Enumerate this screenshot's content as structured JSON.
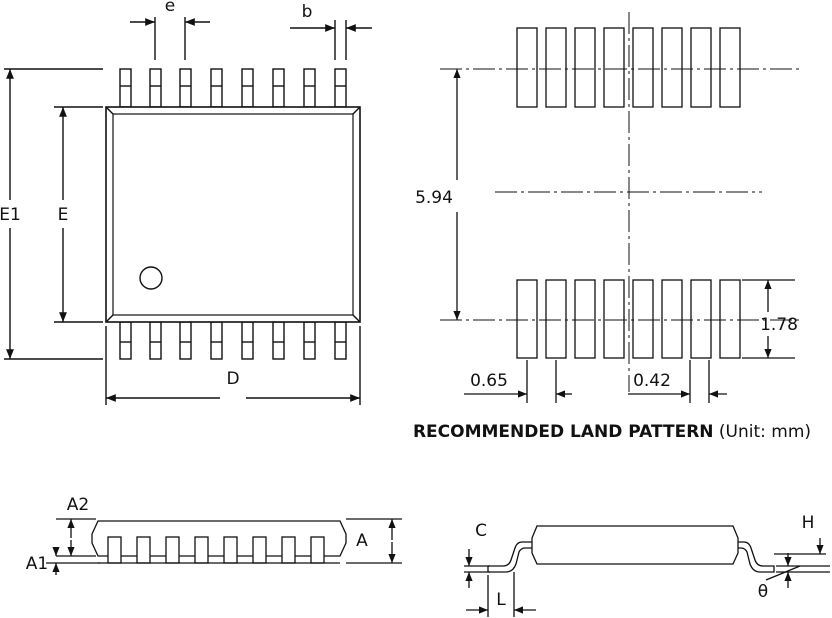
{
  "top_view": {
    "pin_pitch_label": "e",
    "pin_width_label": "b",
    "overall_width_label": "E1",
    "body_width_label": "E",
    "body_length_label": "D"
  },
  "land_pattern": {
    "span_label": "5.94",
    "pad_length_label": "1.78",
    "pitch_label": "0.65",
    "pad_width_label": "0.42",
    "title_bold": "RECOMMENDED LAND PATTERN",
    "title_unit": " (Unit: mm)"
  },
  "side_view": {
    "standoff_body_label": "A2",
    "standoff_label": "A1",
    "height_label": "A"
  },
  "lead_detail": {
    "thickness_label": "C",
    "foot_length_label": "L",
    "seat_label": "H",
    "angle_label": "θ"
  }
}
